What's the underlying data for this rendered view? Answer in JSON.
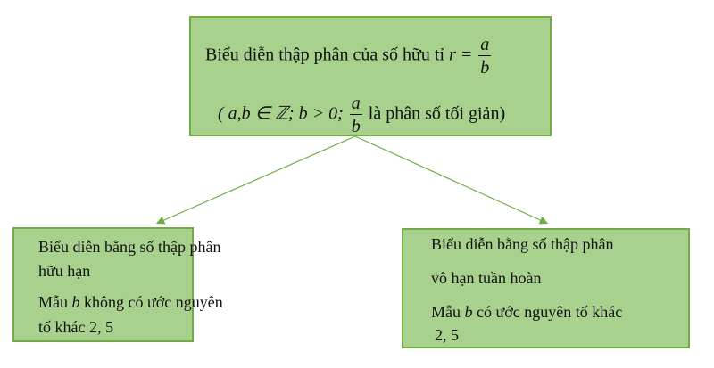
{
  "top": {
    "line1": "Biểu diễn thập phân của số hữu tỉ",
    "r_eq": "r =",
    "frac_num": "a",
    "frac_den": "b",
    "line2_open": "( a,b ∈ ℤ; b > 0;",
    "line2_close": "là phân số tối giản)"
  },
  "left": {
    "line1": "Biểu diễn bằng số thập phân",
    "line2": "hữu hạn",
    "line3_pre": "Mẫu",
    "line3_var": "b",
    "line3_post": "không có ước  nguyên",
    "line4": "tố khác  2, 5"
  },
  "right": {
    "line1": "Biểu diễn bằng số thập phân",
    "line2": "vô hạn tuần hoàn",
    "line3_pre": "Mẫu",
    "line3_var": "b",
    "line3_post": "có ước nguyên tố khác",
    "line4": "2, 5"
  },
  "colors": {
    "fill": "#a9d18e",
    "border": "#70ad47"
  }
}
